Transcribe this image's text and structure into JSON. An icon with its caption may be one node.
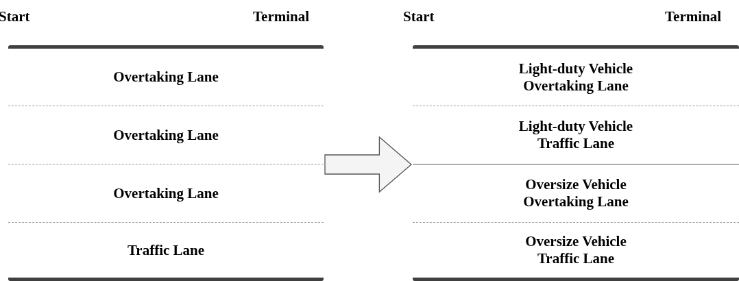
{
  "diagram": {
    "nodes": [
      {
        "text": [],
        "shape": "box"
      },
      {
        "text": [
          "Overtaking Lane"
        ],
        "in": 0
      },
      {
        "text": [
          "Overtaking Lane"
        ],
        "in": 0
      },
      {
        "text": [
          "Overtaking Lane"
        ],
        "in": 0
      },
      {
        "text": [
          "Traffic Lane"
        ],
        "in": 0
      },
      {
        "text": [],
        "shape": "box"
      },
      {
        "text": [
          "Light-duty Vehicle Overtaking Lane"
        ],
        "in": 5
      },
      {
        "text": [
          "Light-duty Vehicle Traffic Lane"
        ],
        "in": 5
      },
      {
        "text": [
          "Oversize Vehicle Overtaking Lane"
        ],
        "in": 5
      },
      {
        "text": [
          "Oversize Vehicle Traffic Lane"
        ],
        "in": 5
      }
    ],
    "edges": [
      {
        "from": 0,
        "to": 5,
        "arrow": "to"
      }
    ],
    "labels": [
      "Start",
      "Terminal",
      "Start",
      "Terminal"
    ]
  }
}
